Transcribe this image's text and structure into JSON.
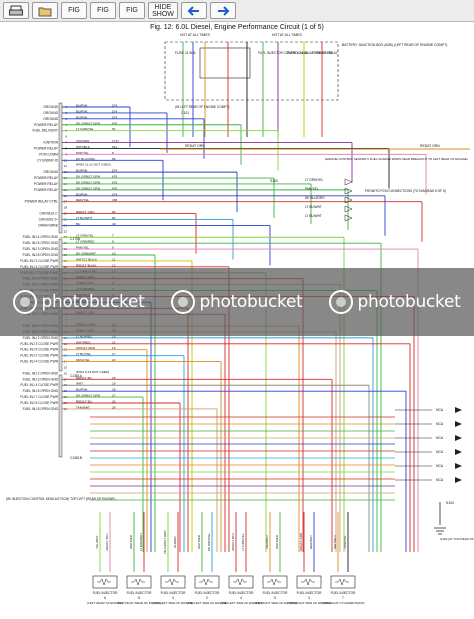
{
  "toolbar": {
    "buttons": [
      {
        "label": ""
      },
      {
        "label": ""
      },
      {
        "label": "FIG"
      },
      {
        "label": "FIG"
      },
      {
        "label": "FIG"
      },
      {
        "label": "HIDE SHOW"
      },
      {
        "label": ""
      },
      {
        "label": ""
      }
    ]
  },
  "caption": "Fig. 12: 6.0L Diesel, Engine Performance Circuit (1 of 5)",
  "watermark": {
    "text": "photobucket"
  },
  "top_block": {
    "hot_label_1": "HOT AT ALL TIMES",
    "hot_label_2": "HOT AT ALL TIMES",
    "fuse_1": "FUSE 11 50A",
    "fuse_2": "FUSE 12 15A",
    "fuse_3": "FUSE 13 15A",
    "module": "FUEL INJECTOR CONTROL MODULE POWER RELAY",
    "junction": "BATTERY JUNCTION BOX (BJB) (LEFT REAR OF ENGINE COMPT)",
    "connector": "C101",
    "note": "(IN LEFT REAR OF ENGINE COMPT)"
  },
  "left_labels": [
    "GROUND",
    "GROUND",
    "GROUND",
    "POWER RELAY",
    "FUEL DELIVERY",
    "",
    "IGNITION",
    "POWER RELAY",
    "PCM COMM",
    "CYLINDER ID",
    "",
    "GROUND",
    "POWER RELAY",
    "POWER RELAY",
    "POWER RELAY",
    "",
    "POWER RELAY CTRL",
    "",
    "CAN BUS 2-",
    "CAN BUS 2+",
    "DRAIN WIRE",
    "",
    "FUEL INJ 4 OPEN GND",
    "FUEL INJ 6 OPEN GND",
    "FUEL INJ 3 OPEN GND",
    "FUEL INJ 8 OPEN GND",
    "FUEL INJ 3 CLOSE PWR",
    "FUEL INJ 4 CLOSE PWR",
    "FUEL INJ 7 CLOSE PWR",
    "FUEL INJ 5 OPEN GND",
    "FUEL INJ 7 OPEN GND",
    "FUEL INJ 7 CLOSE PWR",
    "FUEL INJ 6 CLOSE PWR",
    "FUEL INJ 8 CLOSE PWR",
    "FUEL INJ 8 CLOSE PWR",
    "FUEL INJ 1 OPEN GND",
    "",
    "FUEL INJ 5 OPEN GND",
    "FUEL INJ 1 OPEN GND",
    "FUEL INJ 2 OPEN GND",
    "FUEL INJ 3 CLOSE PWR",
    "FUEL INJ 5 CLOSE PWR",
    "FUEL INJ 2 CLOSE PWR",
    "FUEL INJ 4 CLOSE PWR",
    "",
    "FUEL INJ 2 OPEN GND",
    "FUEL INJ 3 OPEN GND",
    "FUEL INJ 4 CLOSE PWR",
    "FUEL INJ 6 OPEN GND",
    "FUEL INJ 7 CLOSE PWR",
    "FUEL INJ 5 CLOSE PWR",
    "FUEL INJ 8 OPEN GND"
  ],
  "wire_labels": [
    "BU/PNK",
    "BU/PNK",
    "BU/PNK",
    "DK GRN/LT GRN",
    "LT GRN/YEL",
    "",
    "VIO/ORG",
    "WHT/BLK",
    "PNK/YEL",
    "DK BLU/ORG",
    "(PINS 11-21 NOT USED)",
    "BU/PNK",
    "DK GRN/LT GRN",
    "DK GRN/LT GRN",
    "DK GRN/LT GRN",
    "BU/PNK",
    "RED/YEL",
    "",
    "RED/LT GRN",
    "LT BU/WHT",
    "BU",
    "",
    "LT GRN/YEL",
    "LT GRN/RED",
    "PNK/YEL",
    "DK GRN/WHT",
    "WHT/LT BU/LK",
    "RED/LT BU/LK",
    "LT GRN/LT BU",
    "RED/LT GRN",
    "TAN/LT GRN",
    "LT GRN/RED",
    "RED/WHT",
    "DK BLU",
    "WHT/RED",
    "RED/LT GRN",
    "",
    "ORG/LT GRN",
    "TAN/LT GRN",
    "LT BU/RED",
    "WHT/RED",
    "ORG/LT GRN",
    "LT BU/YEL",
    "ORG/YEL",
    "",
    "(PINS 9-16 NOT USED)",
    "RED/LT BU",
    "WHT",
    "BU/PNK",
    "DK GRN/LT GRN",
    "RED/LT BU",
    "TAN/WHT"
  ],
  "pin_numbers": [
    "574",
    "574",
    "574",
    "676",
    "54",
    "",
    "1717",
    "511",
    "8",
    "86",
    "",
    "574",
    "676",
    "676",
    "676",
    "574",
    "338",
    "",
    "86",
    "84",
    "49",
    "",
    "7",
    "8",
    "9",
    "10",
    "11",
    "12",
    "13",
    "1",
    "2",
    "3",
    "4",
    "5",
    "6",
    "",
    "",
    "22",
    "18",
    "19",
    "21",
    "16",
    "17",
    "20",
    "",
    "",
    "25",
    "29",
    "28",
    "27",
    "32",
    "26"
  ],
  "connectors": [
    "C175B",
    "C1381A",
    "C1381B"
  ],
  "right_block": {
    "pcm_note": "(ENGINE CONTROL SENSOR 6 FUEL CHARGE WARN NEAR BREAKOUT TO LEFT REAR OF ENGINE)",
    "to_pcm": "FROM/TO PCM CONNECTIONS (TO DIAGRAM 5 OF 5)",
    "redat_grn_1": "REDAT GRN",
    "redat_grn_2": "REDAT GRN",
    "ncas": [
      "NCA",
      "NCA",
      "NCA",
      "NCA",
      "NCA",
      "NCA"
    ],
    "splices": [
      "S120",
      "S104"
    ],
    "ground_label": "G102 (AT TOP REAR OF RIGHT CYLINDER BANK)",
    "signals": [
      "LT GRN/YEL",
      "PNK/YEL",
      "DK BLU/ORG",
      "LT BU/WHT",
      "LT BU/WHT"
    ]
  },
  "ficm_label": "(W/ INJECTION CONTROL MODULE FICM) TOP LEFT (REAR OF ENGINE)",
  "bottom_wires": [
    [
      "YEL/WHT",
      "RED/LT BLU"
    ],
    [
      "WHT/RED",
      "LT GRN/WHT"
    ],
    [
      "DK GRN/LT GRN",
      "BU/RED"
    ],
    [
      "WHT/RED",
      "DK GRN/YEL"
    ],
    [
      "ORG/LT BLU",
      "LT GRN/YEL"
    ],
    [
      "RED/BLU",
      "WHT/RED"
    ],
    [
      "ORG/LT GRN",
      "RED/WHT"
    ],
    [
      "WHT/BLU",
      "ORG/YEL"
    ]
  ],
  "injectors": [
    {
      "name": "FUEL INJECTOR 6",
      "loc": "(LEFT REAR OF ENGINE)"
    },
    {
      "name": "FUEL INJECTOR 8",
      "loc": "(TOP RIGHT REAR OF ENGINE)"
    },
    {
      "name": "FUEL INJECTOR 4",
      "loc": "(TOP LEFT SIDE OF ENGINE)"
    },
    {
      "name": "FUEL INJECTOR 2",
      "loc": "(TOP LEFT SIDE OF ENGINE)"
    },
    {
      "name": "FUEL INJECTOR 4",
      "loc": "(TOP LEFT SIDE OF ENGINE)"
    },
    {
      "name": "FUEL INJECTOR 5",
      "loc": "(TOP RIGHT SIDE OF ENGINE)"
    },
    {
      "name": "FUEL INJECTOR 3",
      "loc": "(TOP RIGHT SIDE OF ENGINE)"
    },
    {
      "name": "FUEL INJECTOR 7",
      "loc": "(TOP RIGHT CYLINDER BANK)"
    }
  ],
  "colors": {
    "green": "#3cb43c",
    "orange": "#e08a1e",
    "red": "#d8282a",
    "blue": "#2b3fcf",
    "purple": "#8a2b9e",
    "yellow": "#c9c400",
    "pink": "#e07fb0",
    "brown": "#8b5a2b",
    "black": "#1c1c1c",
    "lime": "#7fd63a",
    "tan": "#c8a26a",
    "gray": "#8a8a8a",
    "cyan": "#2aa0d0"
  }
}
